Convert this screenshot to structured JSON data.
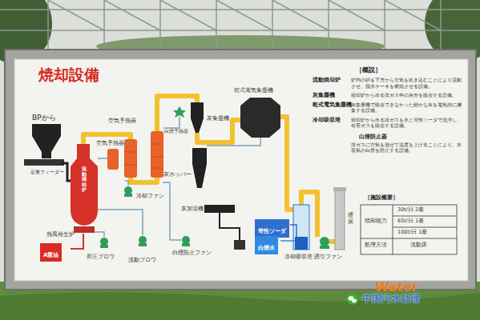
{
  "diagram": {
    "title": "焼却設備",
    "nodes": [
      {
        "text": [
          "A重油"
        ]
      },
      {
        "text": [
          "苛性ソーダ"
        ]
      },
      {
        "text": [
          "白煙水"
        ]
      }
    ],
    "labels": [
      "BPから",
      "定量フィーダー",
      "空気予熱器",
      "白煙予熱器",
      "空気予熱器",
      "流動焼却炉",
      "熱風発生炉",
      "冷却ファン",
      "昇圧ブロワ",
      "流動ブロワ",
      "灰集塵機",
      "灰ホッパー",
      "灰加湿機",
      "白煙防止ファン",
      "乾式電気集塵機",
      "冷却吸収塔",
      "誘引ファン",
      "煙突",
      "［概説］",
      "流動焼却炉",
      "炉内の砂を下方から空気を吹き込むことにより流動させ、脱水ケーキを燃焼させる設備。",
      "灰集塵機",
      "焼却炉から出る排ガス中の灰分を除去する設備。",
      "乾式電気集塵機",
      "灰集塵機で除去できなかった細かな灰を電気的に捕集する設備。",
      "冷却吸収塔",
      "焼却炉から出る排ガスを水と苛性ソーダで洗浄し、有害ガスを除去する設備。",
      "白煙防止器",
      "排ガスに空気を混ぜて温度を上げることにより、水蒸気の白煙を防止する設備。",
      "［施設概要］",
      "焼却能力",
      "30t/日 2基",
      "65t/日 1基",
      "100t/日 1基",
      "処理方法",
      "流動床",
      "Water",
      "中国污水处理"
    ]
  }
}
